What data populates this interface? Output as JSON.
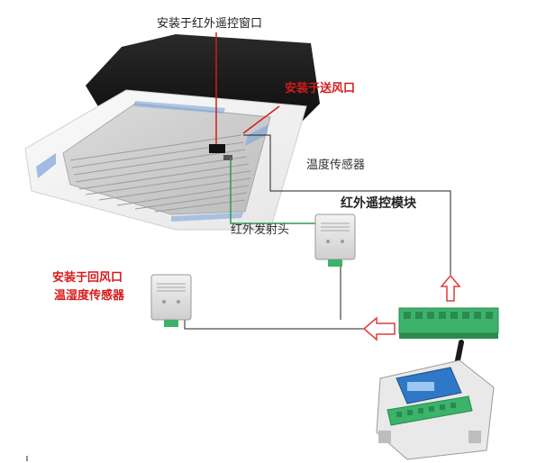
{
  "labels": {
    "ir_window": "安装于红外遥控窗口",
    "supply_vent": "安装于送风口",
    "temp_sensor": "温度传感器",
    "ir_module": "红外遥控模块",
    "ir_emitter": "红外发射头",
    "return_vent_line1": "安装于回风口",
    "return_vent_line2": "温湿度传感器"
  },
  "colors": {
    "red_annotation": "#d61a1a",
    "green_wire": "#2f9a4a",
    "cable_line": "#222222",
    "arrow_outline": "#e23a3a",
    "terminal_green": "#3cb26a"
  },
  "icons": {
    "ceiling_ac": "cassette-ac-unit-icon",
    "sensor": "sensor-module-icon",
    "controller": "wireless-controller-icon",
    "terminal": "terminal-block-icon"
  }
}
